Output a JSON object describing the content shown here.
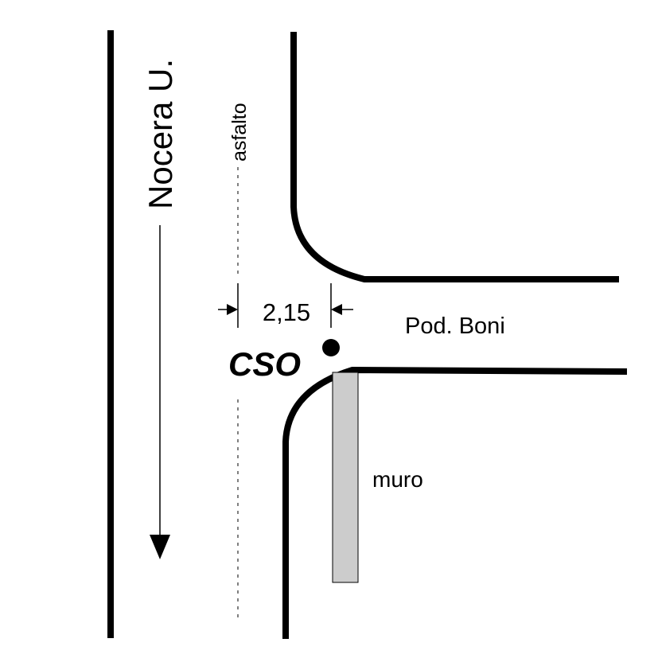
{
  "labels": {
    "road_name": "Nocera U.",
    "surface": "asfalto",
    "dimension": "2,15",
    "side_road": "Pod. Boni",
    "station": "CSO",
    "wall": "muro"
  },
  "colors": {
    "ink": "#000000",
    "wall_fill": "#cccccc",
    "background": "#ffffff"
  }
}
